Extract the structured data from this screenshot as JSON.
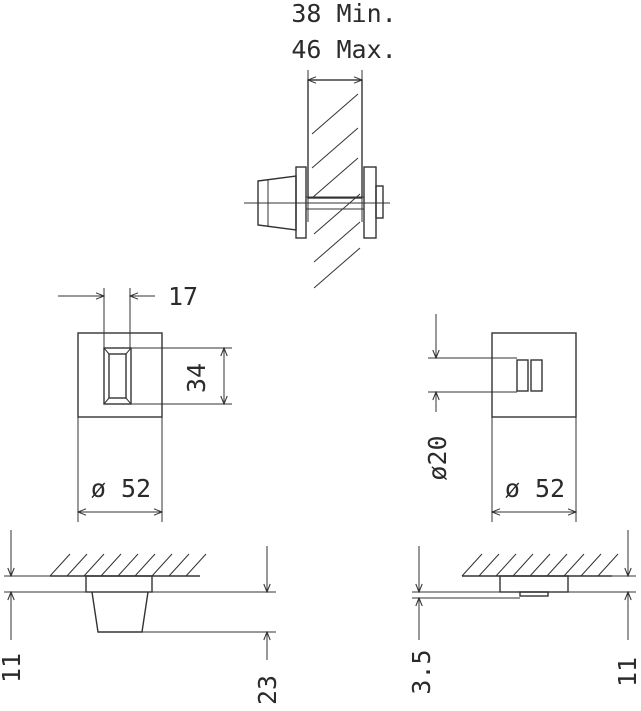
{
  "top_view": {
    "dim_min": "38 Min.",
    "dim_max": "46 Max."
  },
  "left_front_view": {
    "width_dim": "17",
    "height_dim": "34",
    "diameter_dim": "ø 52"
  },
  "right_front_view": {
    "diameter_small": "ø20",
    "diameter_dim": "ø 52"
  },
  "left_side_view": {
    "thickness_dim": "11",
    "projection_dim": "23"
  },
  "right_side_view": {
    "projection_dim": "3.5",
    "thickness_dim": "11"
  }
}
